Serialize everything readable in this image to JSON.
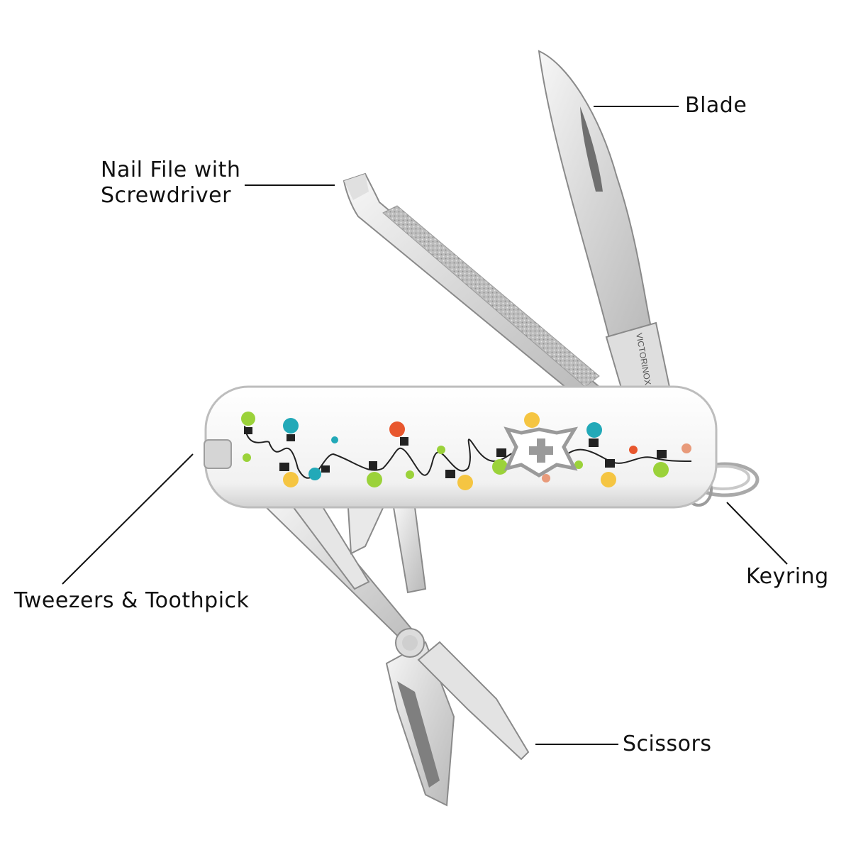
{
  "labels": {
    "blade": "Blade",
    "nail_file_line1": "Nail File with",
    "nail_file_line2": "Screwdriver",
    "keyring": "Keyring",
    "tweezers": "Tweezers & Toothpick",
    "scissors": "Scissors"
  },
  "blade_tang_text": "VICTORINOX",
  "colors": {
    "handle": "#f4f4f4",
    "steel": "#c9c9c9",
    "bulb_green": "#9bd23a",
    "bulb_teal": "#22a9b8",
    "bulb_yellow": "#f5c542",
    "bulb_orange": "#e8572e",
    "logo_gray": "#9a9a9a",
    "line": "#111111"
  }
}
